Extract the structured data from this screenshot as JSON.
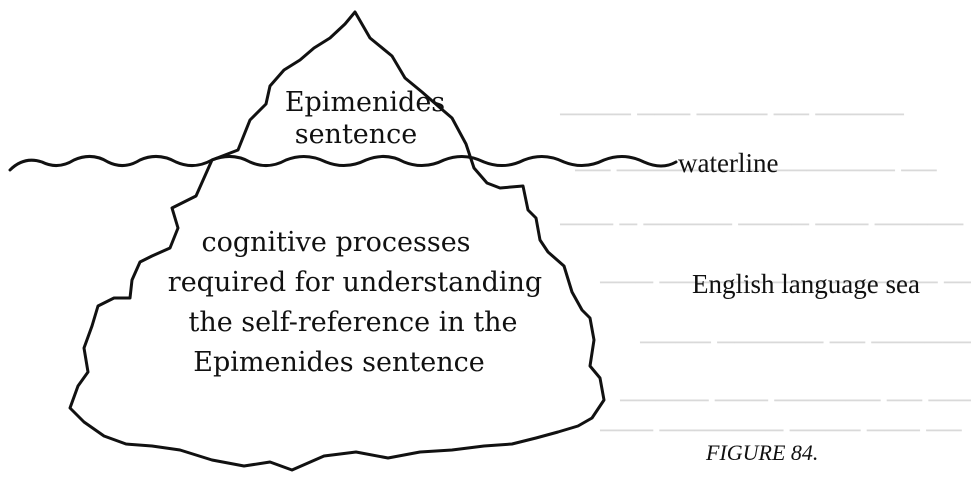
{
  "iceberg": {
    "tip_lines": [
      "Epimenides",
      "sentence"
    ],
    "body_lines": [
      "cognitive processes",
      "required for understanding",
      "the self-reference in the",
      "Epimenides sentence"
    ]
  },
  "labels": {
    "waterline": "waterline",
    "sea": "English language sea"
  },
  "caption": "FIGURE 84."
}
